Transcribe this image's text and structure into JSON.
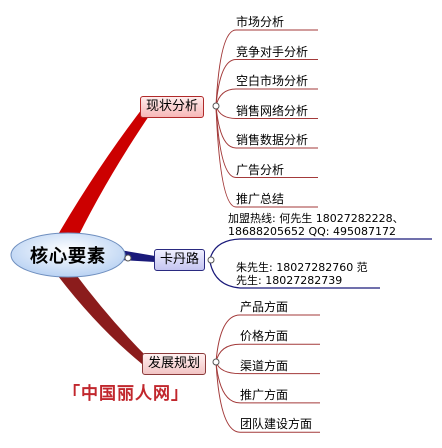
{
  "center": {
    "label": "核心要素"
  },
  "branches": [
    {
      "label": "现状分析",
      "leaves": [
        "市场分析",
        "竞争对手分析",
        "空白市场分析",
        "销售网络分析",
        "销售数据分析",
        "广告分析",
        "推广总结"
      ]
    },
    {
      "label": "卡丹路",
      "contacts": [
        "加盟热线: 何先生 18027282228、\n18688205652 QQ: 495087172",
        "朱先生: 18027282760 范\n先生: 18027282739"
      ]
    },
    {
      "label": "发展规划",
      "leaves": [
        "产品方面",
        "价格方面",
        "渠道方面",
        "推广方面",
        "团队建设方面"
      ]
    }
  ],
  "watermark": {
    "text": "「中国丽人网」"
  },
  "colors": {
    "red": "#cc0000",
    "dark_red": "#8b1c1c",
    "navy": "#1a1a7a",
    "leaf_line": "#a33a3a"
  }
}
